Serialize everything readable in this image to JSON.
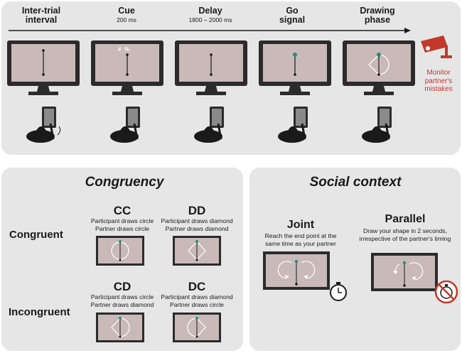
{
  "phases": [
    {
      "title": "Inter-trial\ninterval",
      "sub": ""
    },
    {
      "title": "Cue",
      "sub": "200 ms"
    },
    {
      "title": "Delay",
      "sub": "1800 – 2000 ms"
    },
    {
      "title": "Go\nsignal",
      "sub": ""
    },
    {
      "title": "Drawing\nphase",
      "sub": ""
    }
  ],
  "cue_symbols": "#  %",
  "monitor_label": "Monitor\npartner's\nmistakes",
  "congruency": {
    "title": "Congruency",
    "row_congruent": "Congruent",
    "row_incongruent": "Incongruent",
    "cc": {
      "code": "CC",
      "line1": "Participant draws circle",
      "line2": "Partner draws circle"
    },
    "dd": {
      "code": "DD",
      "line1": "Participant draws diamond",
      "line2": "Partner draws diamond"
    },
    "cd": {
      "code": "CD",
      "line1": "Participant draws circle",
      "line2": "Partner draws diamond"
    },
    "dc": {
      "code": "DC",
      "line1": "Participant draws diamond",
      "line2": "Partner draws circle"
    }
  },
  "social": {
    "title": "Social context",
    "joint": {
      "label": "Joint",
      "line1": "Reach the end point at the",
      "line2": "same time as your partner"
    },
    "parallel": {
      "label": "Parallel",
      "line1": "Draw your shape in 2 seconds,",
      "line2": "irrespective of the partner's timing"
    }
  },
  "colors": {
    "screen": "#c9b9b9",
    "frame": "#2b2b2b",
    "go": "#2a8b7a",
    "warn": "#c0392b",
    "panel": "#e6e6e6"
  }
}
